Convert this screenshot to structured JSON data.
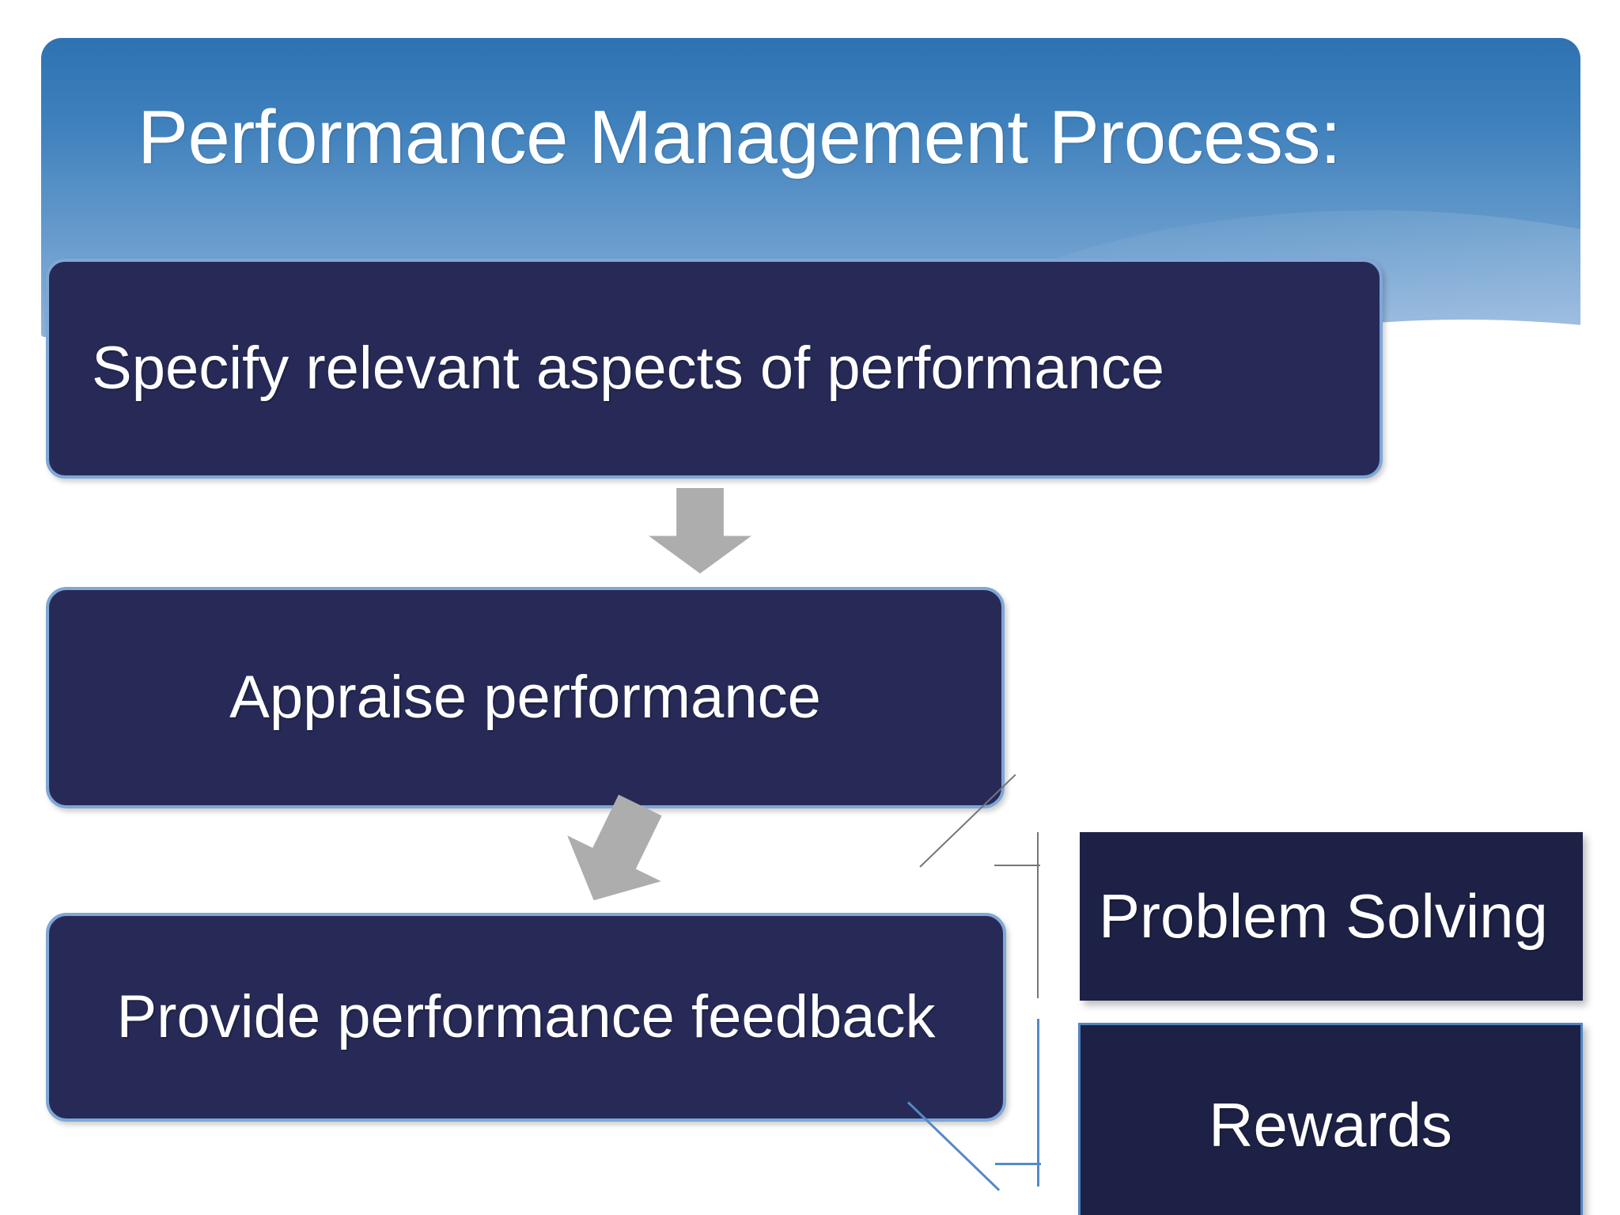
{
  "slide": {
    "title": "Performance Management Process:",
    "background_color": "#FFFFFF"
  },
  "theme": {
    "banner_gradient_top": "#2E72B2",
    "banner_gradient_bottom": "#8FB4DC",
    "box_fill": "#272A57",
    "box_border": "#7FA7D8",
    "side_box_fill": "#1D2145",
    "side_box_border": "#4E85C4",
    "arrow_color": "#ADADAD",
    "connector_gray": "#767676",
    "connector_blue": "#5489C6",
    "text_color": "#FFFFFF"
  },
  "flow": {
    "steps": [
      {
        "id": "specify",
        "label": "Specify relevant aspects of performance"
      },
      {
        "id": "appraise",
        "label": "Appraise performance"
      },
      {
        "id": "feedback",
        "label": "Provide performance feedback"
      }
    ],
    "arrows": [
      {
        "id": "arrow-1",
        "name": "down-arrow",
        "from": "specify",
        "to": "appraise"
      },
      {
        "id": "arrow-2",
        "name": "down-left-arrow",
        "from": "appraise",
        "to": "feedback"
      }
    ],
    "outcomes": [
      {
        "id": "problem-solving",
        "label": "Problem Solving"
      },
      {
        "id": "rewards",
        "label": "Rewards"
      }
    ]
  }
}
